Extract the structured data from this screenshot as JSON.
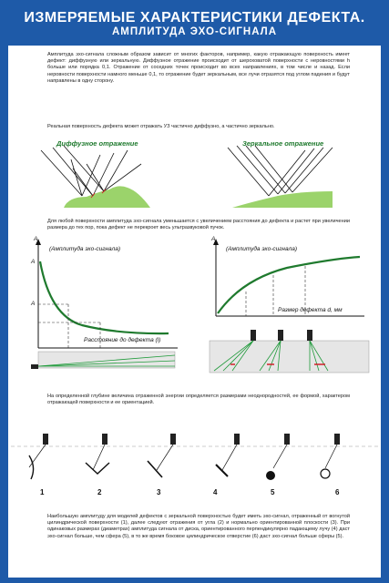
{
  "header": {
    "title": "ИЗМЕРЯЕМЫЕ ХАРАКТЕРИСТИКИ ДЕФЕКТА.",
    "subtitle": "АМПЛИТУДА ЭХО-СИГНАЛА"
  },
  "intro": {
    "text": "Амплитуда эхо-сигнала сложным образом зависит от многих факторов, например, какую отражающую поверхность имеет дефект: диффузную или зеркальную. Диффузное отражение происходит от шероховатой поверхности с неровностями h больше или порядка 0,1. Отражение от соседних точек происходит во всех направлениях, в том числе и назад. Если неровности поверхности намного меньше 0,1, то отражение будет зеркальным, все лучи отразятся под углом падения и будут направлены в одну сторону.",
    "real": "Реальная поверхность дефекта может отражать УЗ частично диффузно, а частично зеркально."
  },
  "reflection": {
    "diffuse_label": "Диффузное отражение",
    "mirror_label": "Зеркальное отражение"
  },
  "distance_text": "Для любой поверхности амплитуда эхо-сигнала уменьшается с увеличением расстояния до дефекта и растет при увеличении размера до тех пор, пока дефект не перекроет весь ультразвуковой пучок.",
  "graphs": {
    "left_axis": "A",
    "left_title": "(Амплитуда эхо-сигнала)",
    "left_a1": "A",
    "left_a2": "A",
    "left_x": "Расстояние до дефекта (l)",
    "right_axis": "A",
    "right_title": "(Амплитуда эхо-сигнала)",
    "right_x": "Размер дефекта d, мм"
  },
  "depth_text": "На определенной глубине величина отраженной энергии определяется размерами неоднородностей, ее формой, характером отражающей поверхности и ее ориентацией.",
  "models": {
    "numbers": [
      "1",
      "2",
      "3",
      "4",
      "5",
      "6"
    ]
  },
  "bottom_text": "Наибольшую амплитуду для моделей дефектов с зеркальной поверхностью будет иметь эхо-сигнал, отраженный от вогнутой цилиндрической поверхности (1), далее следуют отражения от угла (2) и нормально ориентированной плоскости (3). При одинаковых размерах (диаметрах) амплитуда сигнала от диска, ориентированного перпендикулярно падающему лучу (4) даст эхо-сигнал больше, чем сфера (5), в то же время боковое цилиндрическое отверстие (6) даст эхо-сигнал больше сферы (5).",
  "colors": {
    "brand_blue": "#1e5aa8",
    "curve_green": "#1f7a2e",
    "ray_green": "#1f9a3a",
    "defect_red": "#d0202a"
  }
}
